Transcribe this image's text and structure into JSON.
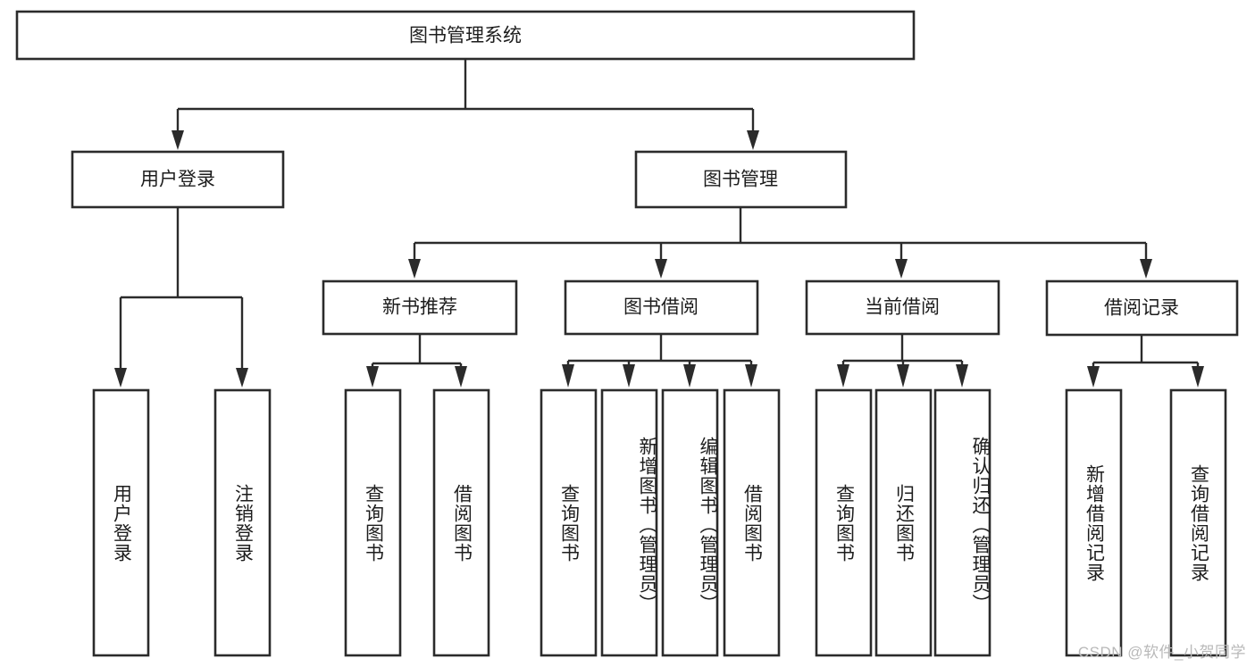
{
  "diagram": {
    "type": "tree-hierarchy",
    "title": "图书管理系统",
    "orientation": "top-down",
    "colors": {
      "box_border": "#2b2b2b",
      "box_fill": "#ffffff",
      "connector": "#2b2b2b",
      "text": "#1d1d1d",
      "watermark": "#b9b9b9",
      "background": "#ffffff"
    },
    "root": {
      "label": "图书管理系统"
    },
    "level2": [
      {
        "label": "用户登录"
      },
      {
        "label": "图书管理"
      }
    ],
    "level3": [
      {
        "label": "新书推荐"
      },
      {
        "label": "图书借阅"
      },
      {
        "label": "当前借阅"
      },
      {
        "label": "借阅记录"
      }
    ],
    "leaves": {
      "user_login": [
        {
          "label": "用户登录"
        },
        {
          "label": "注销登录"
        }
      ],
      "new_book_recommend": [
        {
          "label": "查询图书"
        },
        {
          "label": "借阅图书"
        }
      ],
      "book_borrow": [
        {
          "label": "查询图书"
        },
        {
          "label": "新增图书（管理员）"
        },
        {
          "label": "编辑图书（管理员）"
        },
        {
          "label": "借阅图书"
        }
      ],
      "current_borrow": [
        {
          "label": "查询图书"
        },
        {
          "label": "归还图书"
        },
        {
          "label": "确认归还（管理员）"
        }
      ],
      "borrow_record": [
        {
          "label": "新增借阅记录"
        },
        {
          "label": "查询借阅记录"
        }
      ]
    },
    "watermark": "CSDN @软件_小贺同学"
  }
}
